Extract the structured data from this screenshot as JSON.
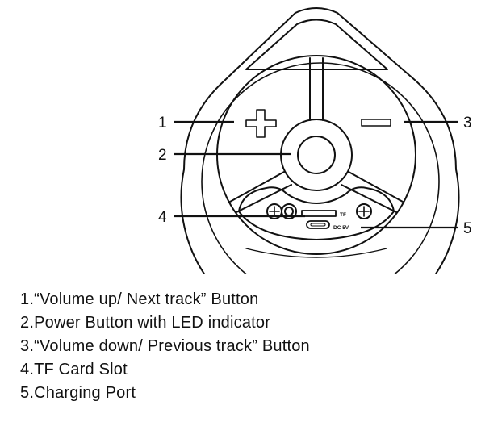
{
  "diagram": {
    "callouts": [
      {
        "number": "1"
      },
      {
        "number": "2"
      },
      {
        "number": "3"
      },
      {
        "number": "4"
      },
      {
        "number": "5"
      }
    ],
    "port_labels": {
      "tf": "TF",
      "dc": "DC 5V"
    }
  },
  "legend": {
    "items": [
      "1.“Volume up/ Next track” Button",
      "2.Power Button with LED indicator",
      "3.“Volume down/ Previous track” Button",
      "4.TF Card Slot",
      "5.Charging Port"
    ]
  },
  "colors": {
    "line": "#111111",
    "background": "#ffffff"
  }
}
